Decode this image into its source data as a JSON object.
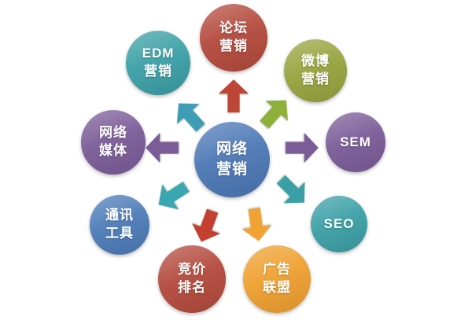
{
  "diagram": {
    "center": {
      "id": "network-marketing",
      "label": "网络\n营销",
      "color": "#4c78b5"
    },
    "nodes": [
      {
        "id": "forum-marketing",
        "label": "论坛\n营销",
        "color": "#b44a3c"
      },
      {
        "id": "weibo-marketing",
        "label": "微博\n营销",
        "color": "#97a43e"
      },
      {
        "id": "sem",
        "label": "SEM",
        "color": "#7b5c98"
      },
      {
        "id": "seo",
        "label": "SEO",
        "color": "#3ba0a6"
      },
      {
        "id": "ad-alliance",
        "label": "广告\n联盟",
        "color": "#efa02f"
      },
      {
        "id": "bidding-ranking",
        "label": "竞价\n排名",
        "color": "#b44a3c"
      },
      {
        "id": "communication-tools",
        "label": "通讯\n工具",
        "color": "#4d7cb8"
      },
      {
        "id": "network-media",
        "label": "网络\n媒体",
        "color": "#7b5c98"
      },
      {
        "id": "edm-marketing",
        "label": "EDM\n营销",
        "color": "#3ba0a6"
      }
    ],
    "arrows": [
      {
        "target": "forum-marketing",
        "direction": "up",
        "color": "#bd4636"
      },
      {
        "target": "weibo-marketing",
        "direction": "up-right",
        "color": "#8fb03a"
      },
      {
        "target": "sem",
        "direction": "right",
        "color": "#7b5c98"
      },
      {
        "target": "seo",
        "direction": "down-right",
        "color": "#3aa0a6"
      },
      {
        "target": "ad-alliance",
        "direction": "down",
        "color": "#f0a233"
      },
      {
        "target": "bidding-ranking",
        "direction": "down-left",
        "color": "#c33f2f"
      },
      {
        "target": "communication-tools",
        "direction": "left-down",
        "color": "#3aa6b0"
      },
      {
        "target": "network-media",
        "direction": "left",
        "color": "#7b5c98"
      },
      {
        "target": "edm-marketing",
        "direction": "up-left",
        "color": "#3f9cb5"
      }
    ]
  }
}
